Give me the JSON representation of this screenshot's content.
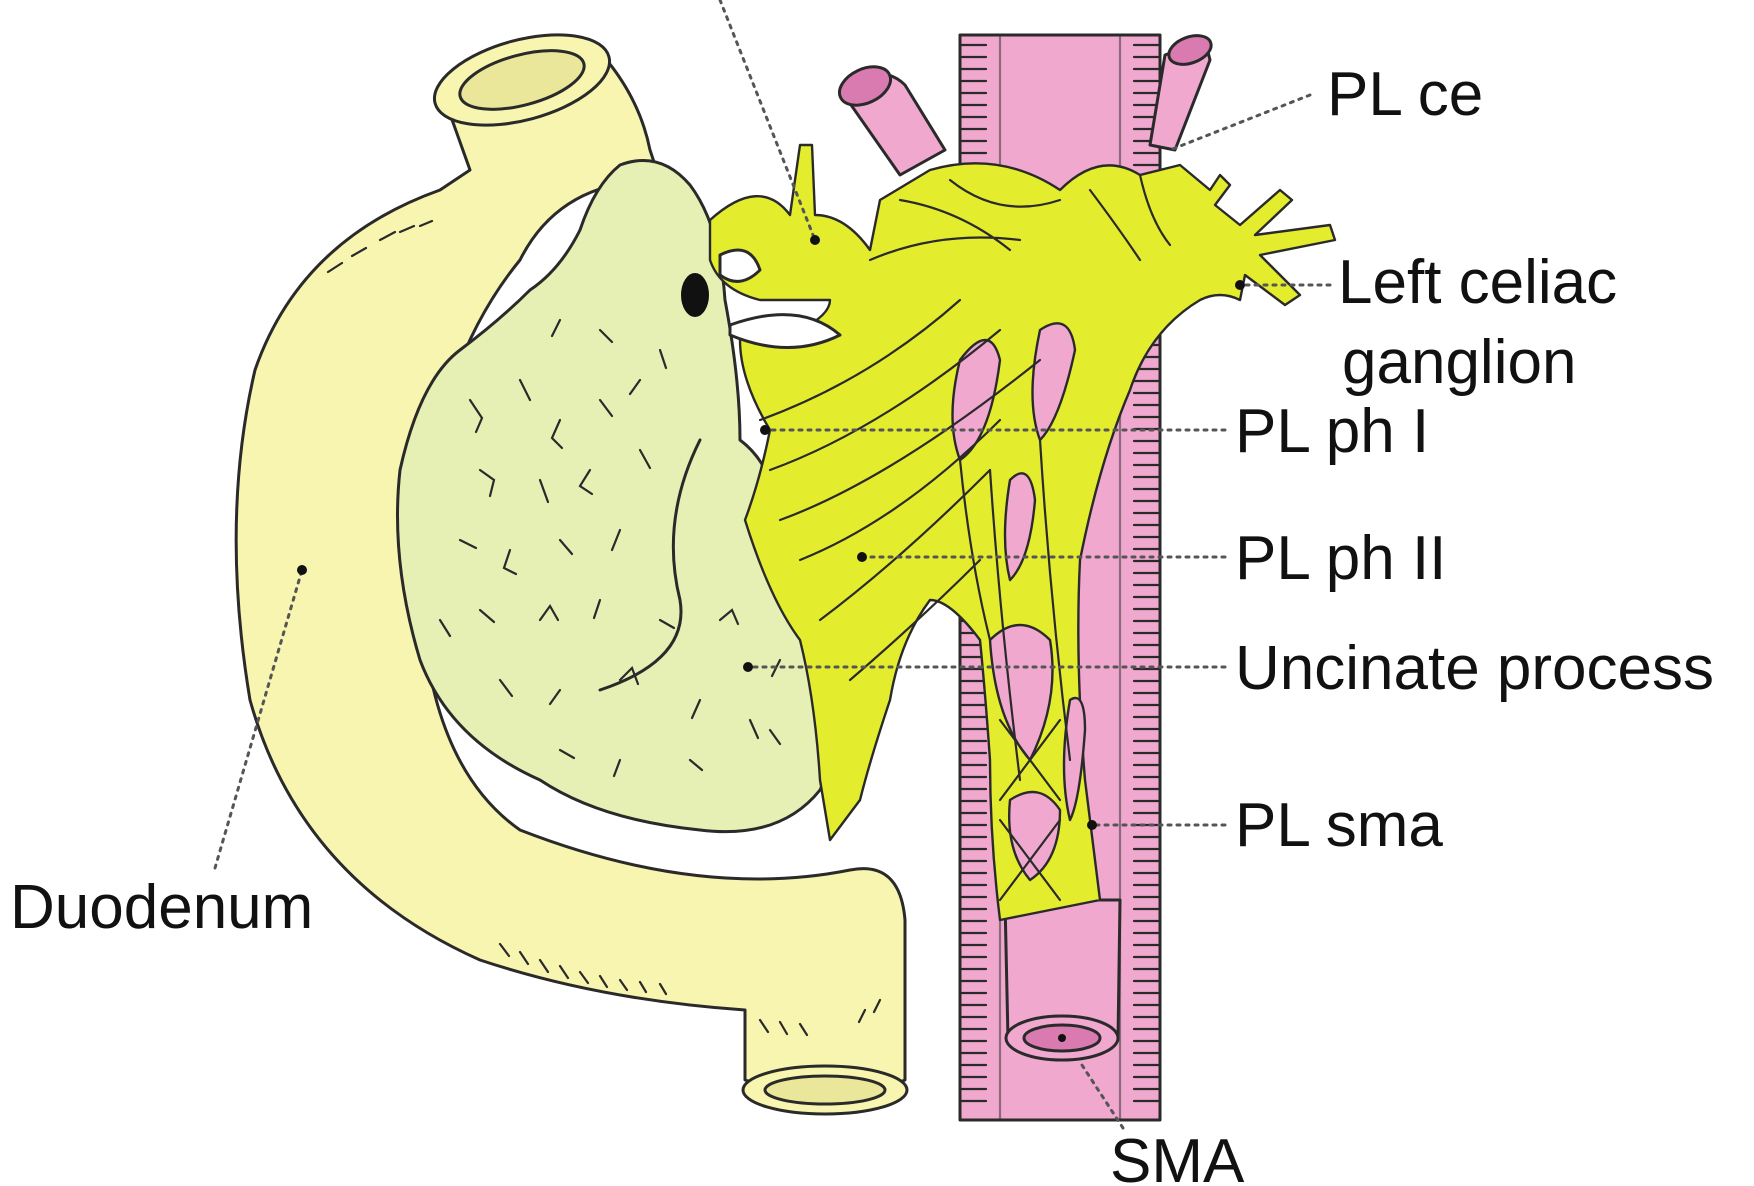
{
  "labels": {
    "pl_ce": "PL ce",
    "left_celiac_line1": "Left celiac",
    "left_celiac_line2": "ganglion",
    "pl_ph1": "PL ph I",
    "pl_ph2": "PL ph II",
    "uncinate": "Uncinate process",
    "pl_sma": "PL sma",
    "duodenum": "Duodenum",
    "sma": "SMA"
  },
  "colors": {
    "artery": "#f0a8cf",
    "artery_dark": "#d97bb0",
    "duodenum": "#f7f5b0",
    "pancreas": "#e6efb4",
    "nerve": "#e4ec2e",
    "background": "#ffffff"
  }
}
